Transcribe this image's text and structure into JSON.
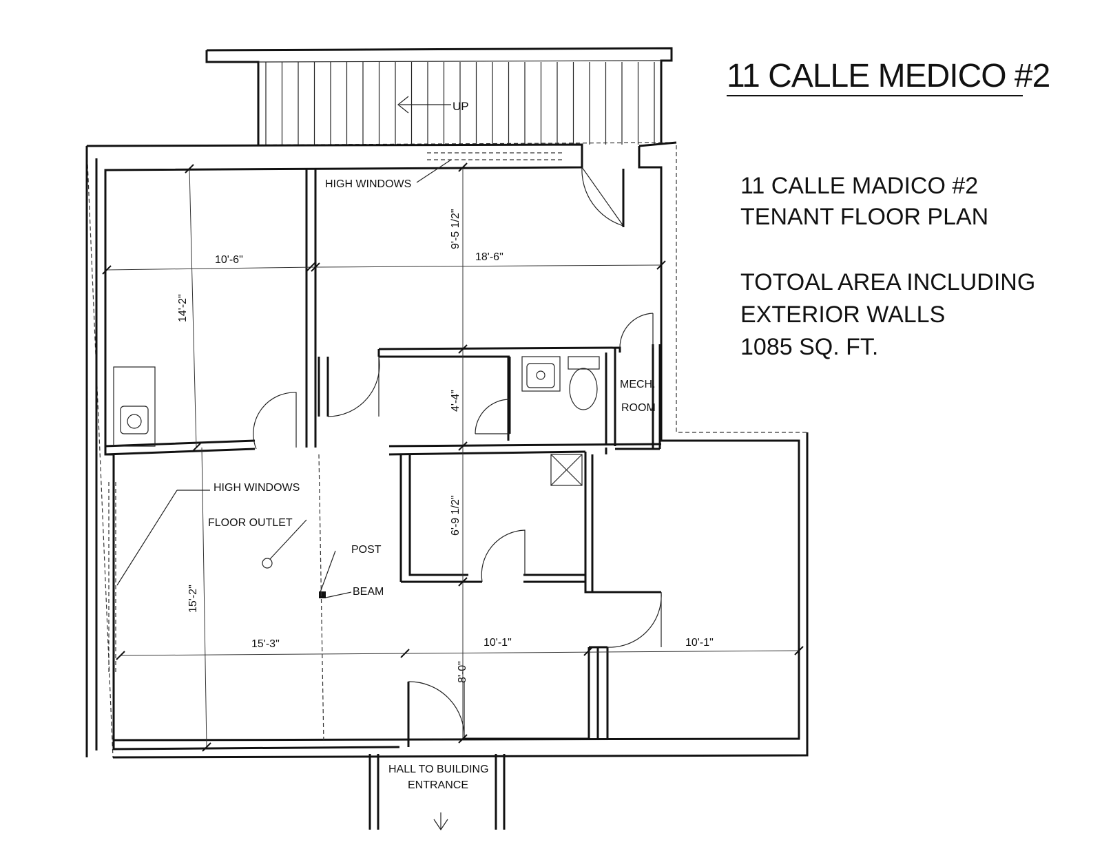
{
  "title": "11 CALLE MEDICO #2",
  "info": {
    "line1": "11 CALLE MADICO #2",
    "line2": "TENANT FLOOR PLAN",
    "line3": "TOTOAL AREA INCLUDING",
    "line4": "EXTERIOR WALLS",
    "line5": "1085 SQ. FT."
  },
  "labels": {
    "stairs_up": "UP",
    "high_windows_top": "HIGH WINDOWS",
    "high_windows_left": "HIGH WINDOWS",
    "floor_outlet": "FLOOR OUTLET",
    "post": "POST",
    "beam": "BEAM",
    "mech_room_1": "MECH.",
    "mech_room_2": "ROOM",
    "hall_1": "HALL TO BUILDING",
    "hall_2": "ENTRANCE"
  },
  "dimensions": {
    "room1_width": "10'-6\"",
    "room1_depth": "14'-2\"",
    "room2_width": "18'-6\"",
    "room2_depth": "9'-5 1/2\"",
    "corridor": "4'-4\"",
    "bath_depth": "6'-9 1/2\"",
    "room3_depth": "15'-2\"",
    "room3_width": "15'-3\"",
    "center_width": "10'-1\"",
    "right_width": "10'-1\"",
    "lower_depth": "8'-0\""
  }
}
